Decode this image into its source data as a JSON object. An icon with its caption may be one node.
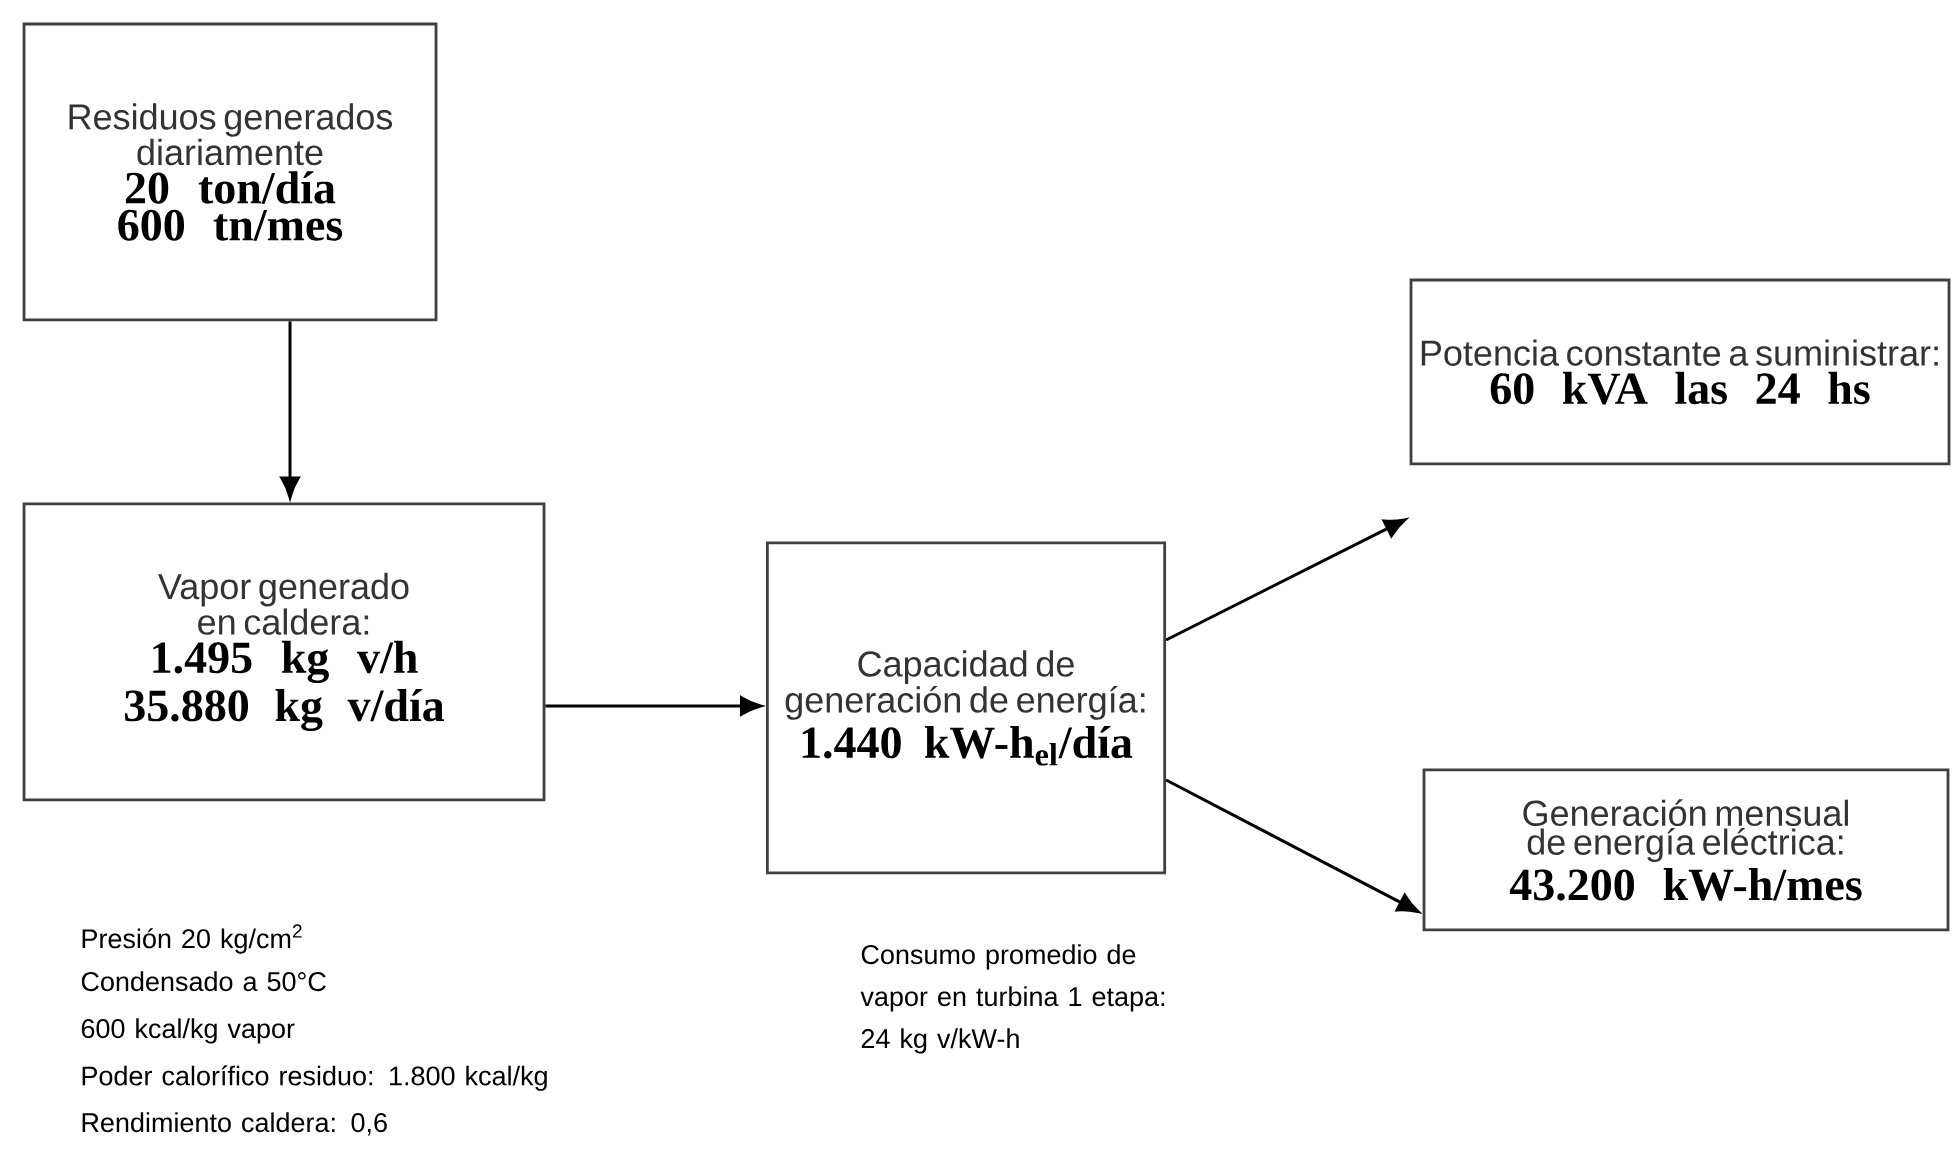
{
  "diagram": {
    "nodes": [
      {
        "text": [
          "Residuos generados diariamente",
          "20 ton/día",
          "600 tn/mes"
        ]
      },
      {
        "text": [
          "Vapor generado en caldera:",
          "1.495 kg v/h",
          "35.880 kg v/día"
        ],
        "beside": [
          "Presión 20 kg/cm$^{2}$",
          "Condensado a 50°C",
          "600 kcal/kg vapor",
          "Poder calorífico residuo: 1.800 kcal/kg",
          "Rendimiento caldera: 0,6"
        ]
      },
      {
        "text": [
          "Capacidad de generación de energía:",
          "1.440 kW-h$_{el}$/día"
        ],
        "beside": [
          "Consumo promedio de vapor en turbina 1 etapa: 24 kg v/kW-h"
        ]
      },
      {
        "text": [
          "Potencia constante a suministrar:",
          "60 kVA las 24 hs"
        ]
      },
      {
        "text": [
          "Generación mensual de energía eléctrica:",
          "43.200 kW-h/mes"
        ]
      }
    ],
    "edges": [
      {
        "from": 0,
        "to": 1,
        "arrow": "to"
      },
      {
        "from": 1,
        "to": 2,
        "arrow": "to"
      },
      {
        "from": 2,
        "to": 3,
        "arrow": "to"
      },
      {
        "from": 2,
        "to": 4,
        "arrow": "to"
      }
    ]
  }
}
